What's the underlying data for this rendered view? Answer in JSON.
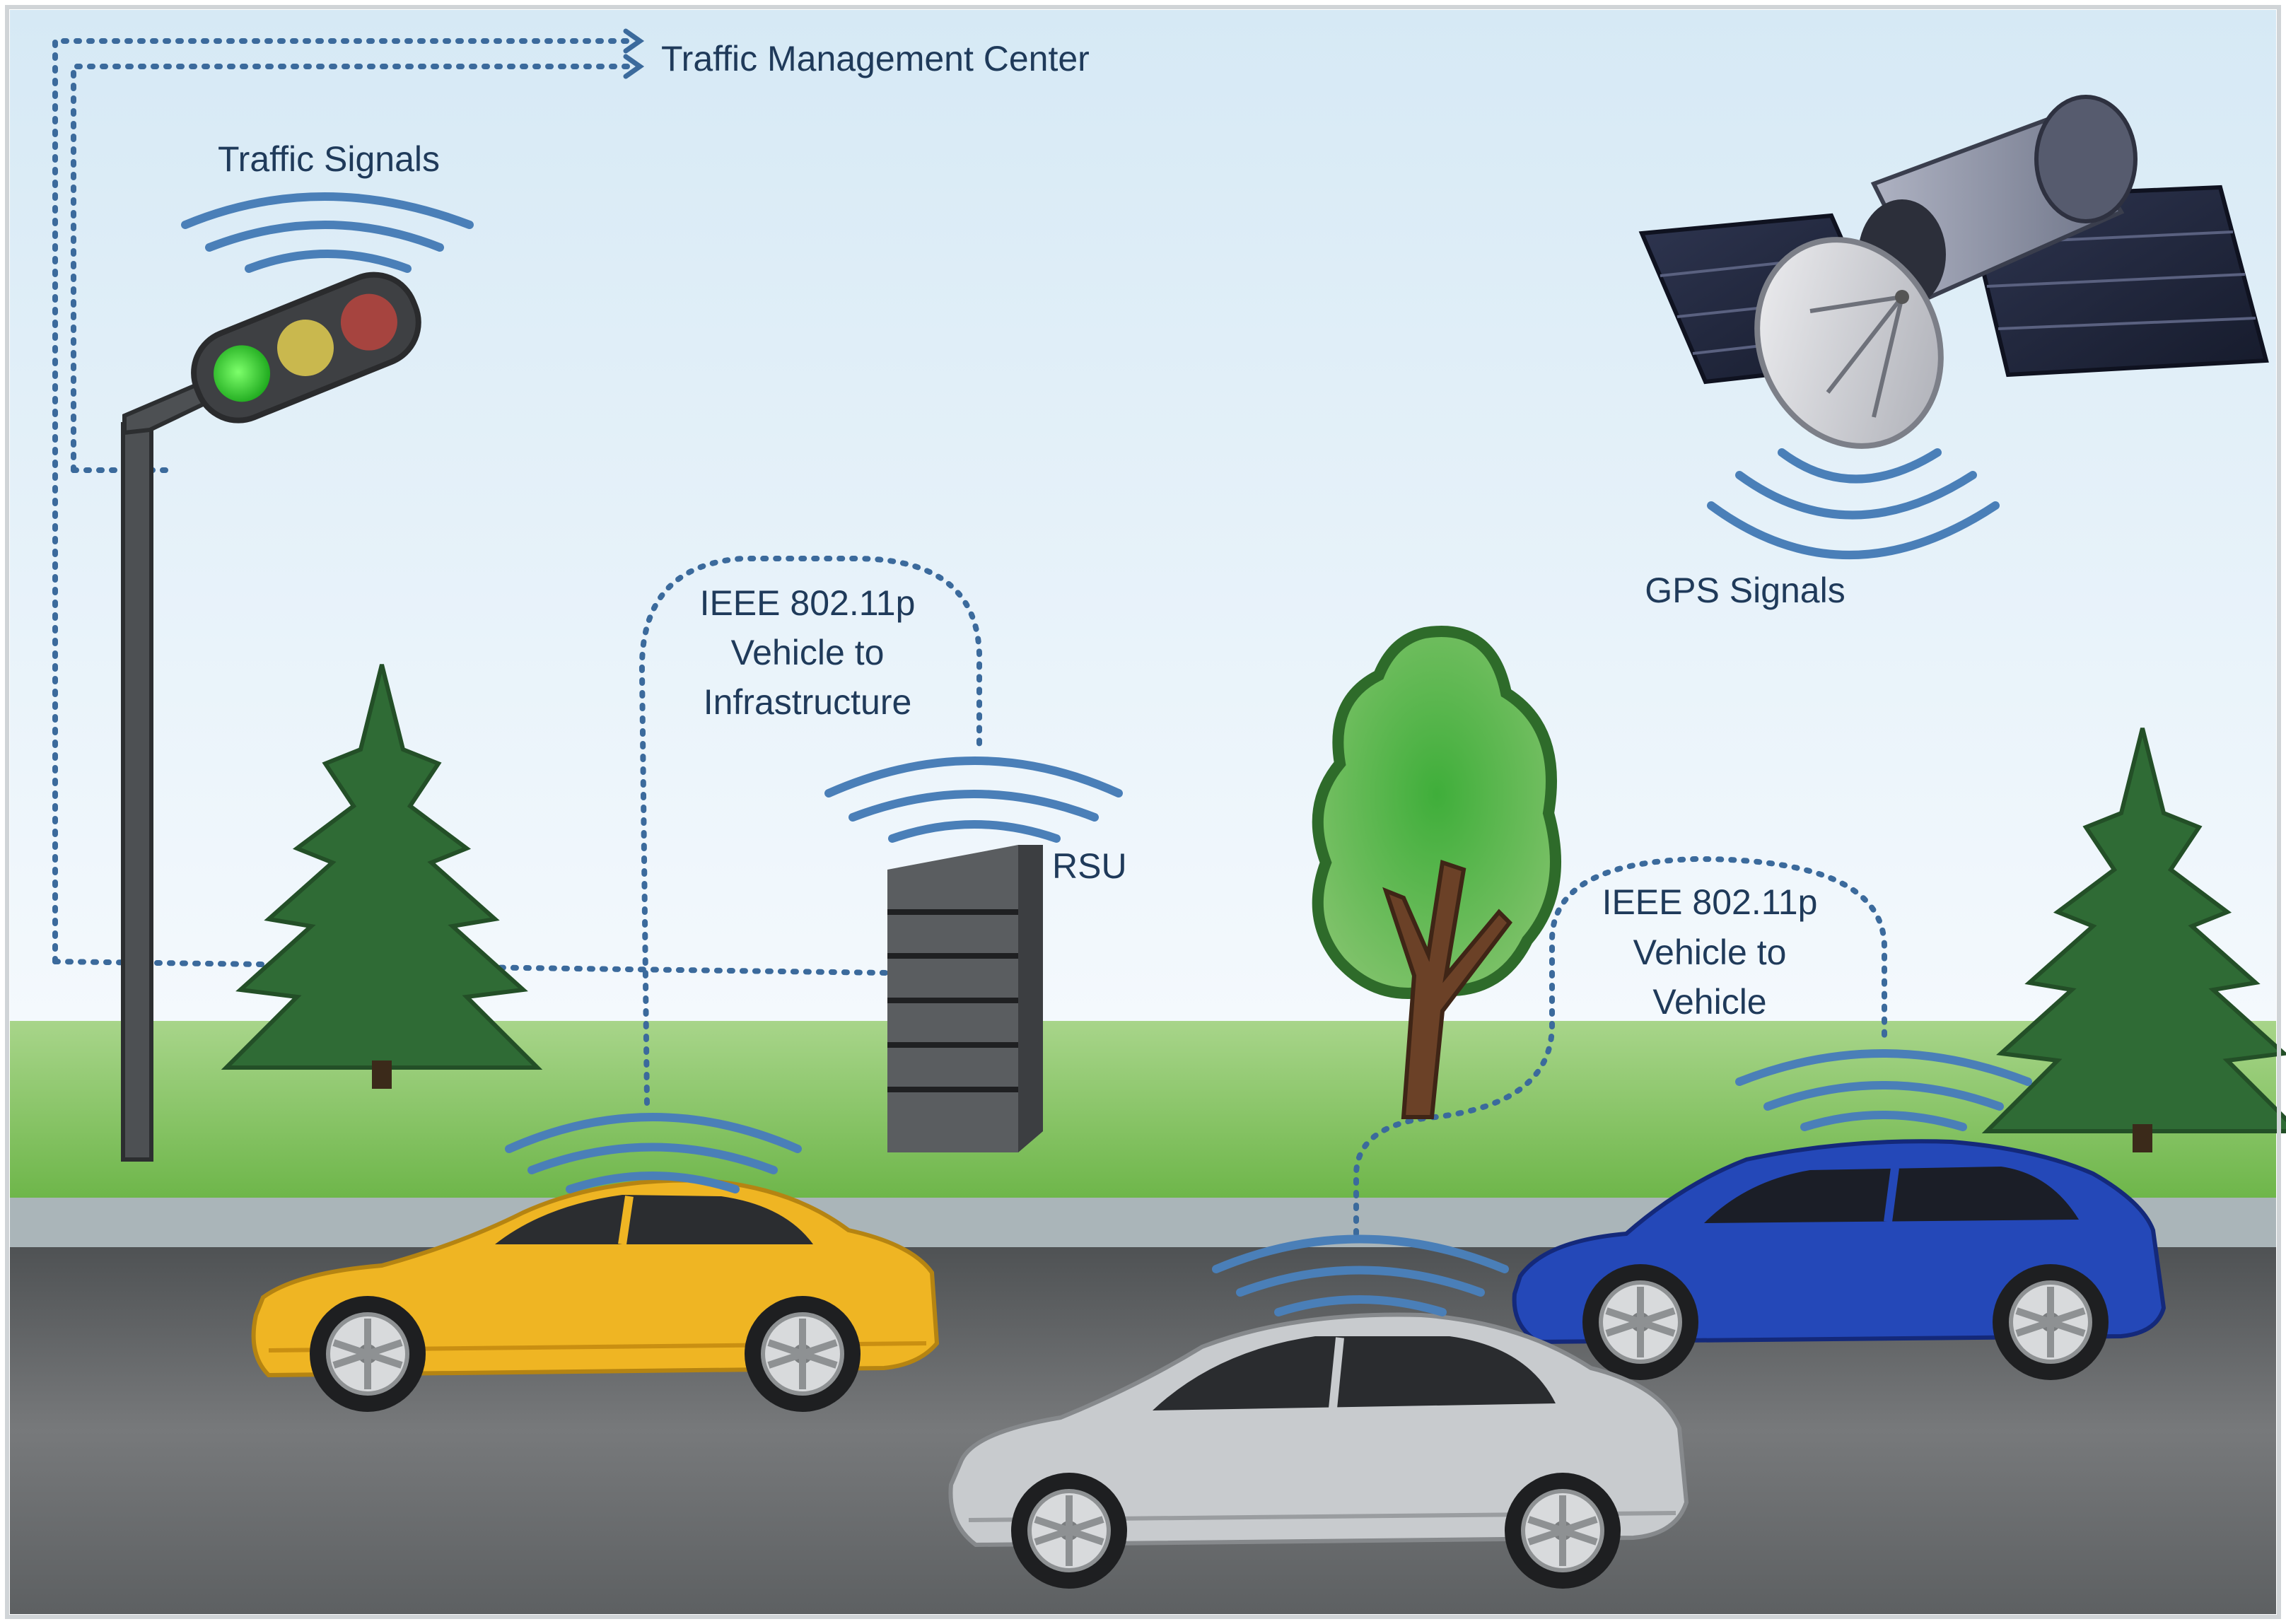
{
  "labels": {
    "tmc": "Traffic Management Center",
    "traffic_signals": "Traffic Signals",
    "gps": "GPS Signals",
    "rsu": "RSU",
    "v2i": [
      "IEEE 802.11p",
      "Vehicle to",
      "Infrastructure"
    ],
    "v2v": [
      "IEEE 802.11p",
      "Vehicle to",
      "Vehicle"
    ]
  },
  "colors": {
    "sky_top": "#dcecf6",
    "sky_bottom": "#f3f9fd",
    "grass": "#86c55f",
    "road": "#6b6e70",
    "sidewalk": "#a9b4b8",
    "wave": "#4a7fb8",
    "dotted": "#3b6a9c",
    "label": "#1f3a5a",
    "yellow_car": "#f0b51f",
    "silver_car": "#c9ccce",
    "blue_car": "#2448b8"
  },
  "icons": [
    "traffic-light-icon",
    "satellite-icon",
    "rsu-tower-icon",
    "pine-tree-icon",
    "deciduous-tree-icon",
    "car-icon",
    "wireless-signal-icon"
  ]
}
